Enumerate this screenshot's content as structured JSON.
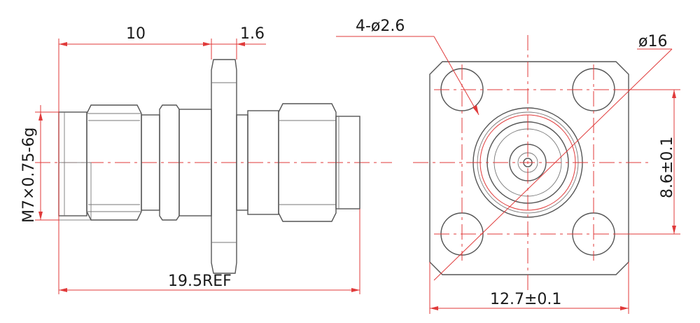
{
  "drawing": {
    "side_view": {
      "dim_body_length": "10",
      "dim_flange_thickness": "1.6",
      "dim_thread": "M7×0.75-6g",
      "dim_overall": "19.5REF"
    },
    "front_view": {
      "dim_holes": "4-ø2.6",
      "dim_hole_circle": "ø16",
      "dim_hole_spacing": "8.6±0.1",
      "dim_flange_width": "12.7±0.1"
    }
  },
  "colors": {
    "outline": "#555555",
    "dimension": "#e03a3a",
    "text": "#1a1a1a"
  }
}
